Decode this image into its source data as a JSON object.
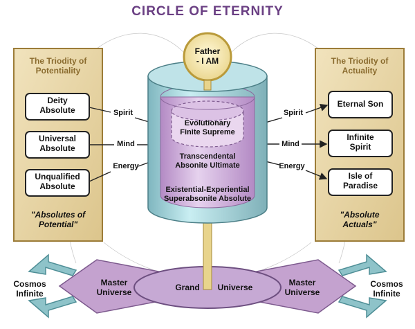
{
  "title": "CIRCLE OF ETERNITY",
  "center": {
    "top": "Father\n- I AM",
    "bands": [
      "Evolutionary\nFinite Supreme",
      "Transcendental\nAbsonite Ultimate",
      "Existential-Experiential\nSuperabsonite Absolute"
    ]
  },
  "left_panel": {
    "title": "The Triodity of\nPotentiality",
    "boxes": [
      "Deity\nAbsolute",
      "Universal\nAbsolute",
      "Unqualified\nAbsolute"
    ],
    "caption": "\"Absolutes of\nPotential\""
  },
  "right_panel": {
    "title": "The Triodity of\nActuality",
    "boxes": [
      "Eternal Son",
      "Infinite\nSpirit",
      "Isle of\nParadise"
    ],
    "caption": "\"Absolute\nActuals\""
  },
  "connectors": {
    "left": [
      "Spirit",
      "Mind",
      "Energy"
    ],
    "right": [
      "Spirit",
      "Mind",
      "Energy"
    ]
  },
  "bottom": {
    "grand_universe": [
      "Grand",
      "Universe"
    ],
    "master_left": "Master\nUniverse",
    "master_right": "Master\nUniverse",
    "cosmos_left": "Cosmos\nInfinite",
    "cosmos_right": "Cosmos\nInfinite"
  },
  "colors": {
    "title": "#6a3f83",
    "panel_fill": "#e9d9ac",
    "panel_border": "#9c7c38",
    "cylinder_blue": "#a9d6dd",
    "cylinder_purple": "#c6a6d3",
    "arrow_teal": "#8ec3c9"
  }
}
